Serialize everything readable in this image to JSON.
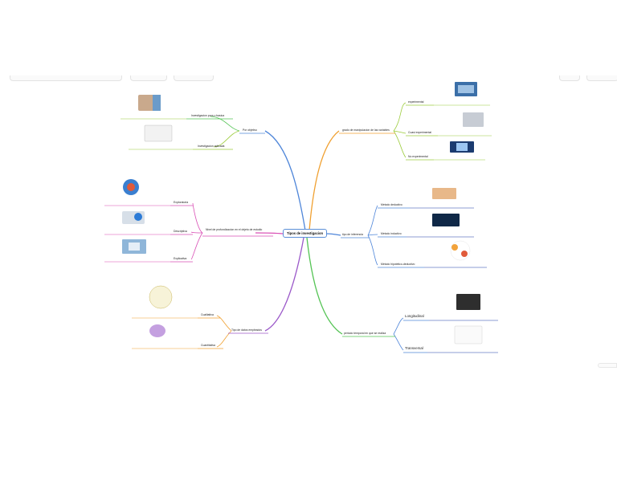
{
  "root": {
    "label": "Tipos de investigacion"
  },
  "branches": [
    {
      "label": "Por objetivo",
      "color": "#4f86d9"
    },
    {
      "label": "Nivel de profundizacion en el objeto de estudio",
      "color": "#d94fb5"
    },
    {
      "label": "Tipo de datos empleados",
      "color": "#9b59c9"
    },
    {
      "label": "grado de manipulacion de las variables",
      "color": "#f0a030"
    },
    {
      "label": "tipo de inferencia",
      "color": "#4f86d9"
    },
    {
      "label": "periodo temporal en que se realiza",
      "color": "#55c455"
    }
  ],
  "children": {
    "por_objetivo": [
      "Investigacion pura o basica",
      "Investigacion aplicada"
    ],
    "nivel": [
      "Exploratoria",
      "Descriptiva",
      "Explicativa"
    ],
    "tipo_datos": [
      "Cualitativa",
      "Cuantitativa"
    ],
    "grado": [
      "experimental",
      "Cuasi experimental",
      "No experimental"
    ],
    "inferencia": [
      "Metodo deductivo",
      "Metodo inductivo",
      "Metodo hipotetico-deductivo"
    ],
    "periodo": [
      "Longitudinal",
      "Transversal"
    ]
  },
  "colors": {
    "blue": "#4f86d9",
    "pink": "#d94fb5",
    "purple": "#9b59c9",
    "orange": "#f0a030",
    "green": "#55c455",
    "yellowgreen": "#9ccc3c"
  }
}
